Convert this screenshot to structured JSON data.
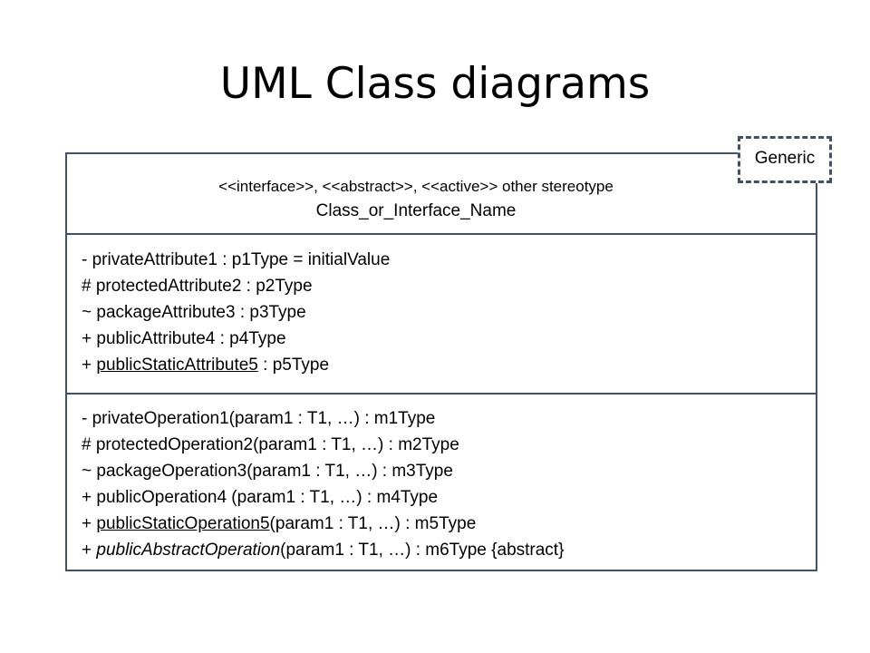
{
  "slide": {
    "title": "UML Class diagrams"
  },
  "diagram": {
    "generic_label": "Generic",
    "stereotype_line": "<<interface>>, <<abstract>>, <<active>> other stereotype",
    "class_name": "Class_or_Interface_Name",
    "attributes": [
      {
        "prefix": "- privateAttribute1 : p1Type = initialValue",
        "name": "",
        "suffix": ""
      },
      {
        "prefix": "# protectedAttribute2 : p2Type",
        "name": "",
        "suffix": ""
      },
      {
        "prefix": "~ packageAttribute3 : p3Type",
        "name": "",
        "suffix": ""
      },
      {
        "prefix": "+ publicAttribute4 : p4Type",
        "name": "",
        "suffix": ""
      },
      {
        "prefix": "+ ",
        "name": "publicStaticAttribute5",
        "suffix": " : p5Type",
        "style": "underline"
      }
    ],
    "operations": [
      {
        "prefix": "- privateOperation1(param1 : T1, …) : m1Type",
        "name": "",
        "suffix": ""
      },
      {
        "prefix": "# protectedOperation2(param1 : T1, …) : m2Type",
        "name": "",
        "suffix": ""
      },
      {
        "prefix": "~ packageOperation3(param1 : T1, …) : m3Type",
        "name": "",
        "suffix": ""
      },
      {
        "prefix": "+ publicOperation4 (param1 : T1, …) : m4Type",
        "name": "",
        "suffix": ""
      },
      {
        "prefix": "+ ",
        "name": "publicStaticOperation5",
        "suffix": "(param1 : T1, …) : m5Type",
        "style": "underline"
      },
      {
        "prefix": "+ ",
        "name": "publicAbstractOperation",
        "suffix": "(param1 : T1, …) : m6Type {abstract}",
        "style": "italic"
      }
    ]
  },
  "colors": {
    "border": "#435164",
    "text": "#000000",
    "background": "#ffffff"
  }
}
